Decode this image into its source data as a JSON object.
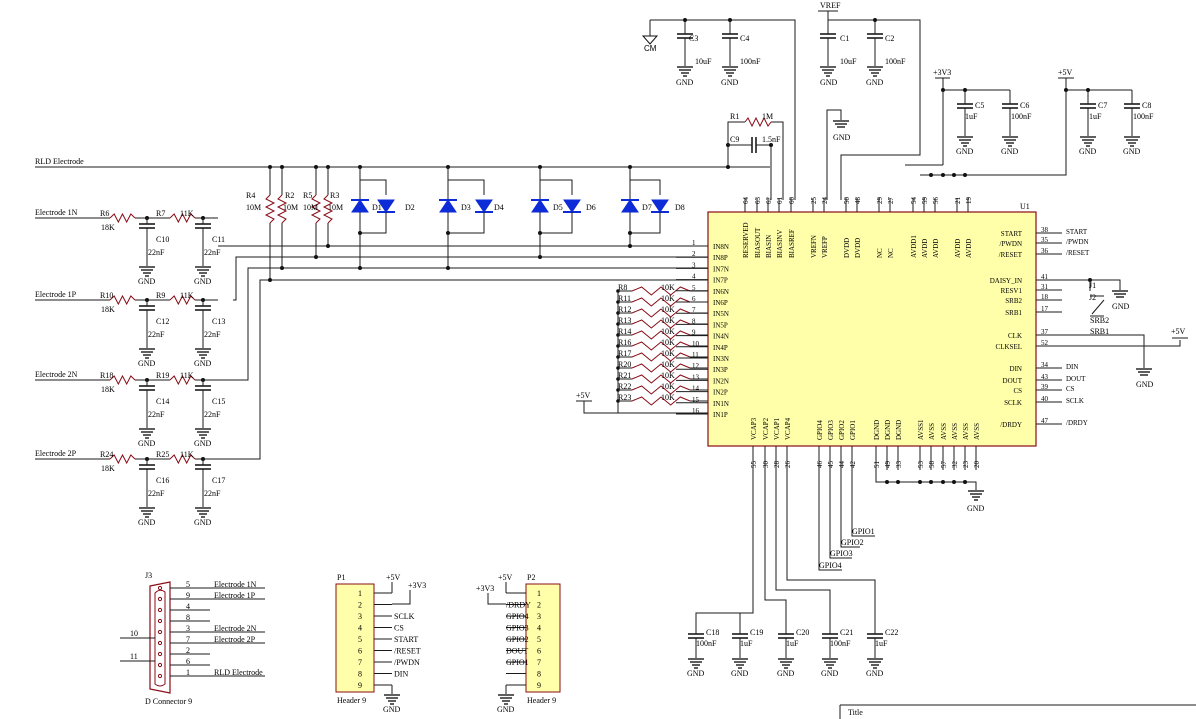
{
  "net_labels": {
    "vref": "VREF",
    "cm": "CM",
    "p3v3": "+3V3",
    "p5v": "+5V",
    "gnd": "GND",
    "rld": "RLD Electrode",
    "e1n": "Electrode 1N",
    "e1p": "Electrode 1P",
    "e2n": "Electrode 2N",
    "e2p": "Electrode 2P"
  },
  "top_caps": {
    "c3": {
      "ref": "C3",
      "val": "10uF"
    },
    "c4": {
      "ref": "C4",
      "val": "100nF"
    },
    "c1": {
      "ref": "C1",
      "val": "10uF"
    },
    "c2": {
      "ref": "C2",
      "val": "100nF"
    },
    "c5": {
      "ref": "C5",
      "val": "1uF"
    },
    "c6": {
      "ref": "C6",
      "val": "100nF"
    },
    "c7": {
      "ref": "C7",
      "val": "1uF"
    },
    "c8": {
      "ref": "C8",
      "val": "100nF"
    }
  },
  "feedback": {
    "r1": "R1",
    "r1_val": "1M",
    "c9": "C9",
    "c9_val": "1.5nF"
  },
  "bias_resistors": [
    {
      "ref": "R4",
      "val": "10M"
    },
    {
      "ref": "R2",
      "val": "10M"
    },
    {
      "ref": "R5",
      "val": "10M"
    },
    {
      "ref": "R3",
      "val": "10M"
    }
  ],
  "diodes": [
    "D1",
    "D2",
    "D3",
    "D4",
    "D5",
    "D6",
    "D7",
    "D8"
  ],
  "inputs": [
    {
      "ra": "R6",
      "ra_val": "18K",
      "rb": "R7",
      "rb_val": "11K",
      "ca": "C10",
      "cb": "C11",
      "cval": "22nF"
    },
    {
      "ra": "R10",
      "ra_val": "18K",
      "rb": "R9",
      "rb_val": "11K",
      "ca": "C12",
      "cb": "C13",
      "cval": "22nF"
    },
    {
      "ra": "R18",
      "ra_val": "18K",
      "rb": "R19",
      "rb_val": "11K",
      "ca": "C14",
      "cb": "C15",
      "cval": "22nF"
    },
    {
      "ra": "R24",
      "ra_val": "18K",
      "rb": "R25",
      "rb_val": "11K",
      "ca": "C16",
      "cb": "C17",
      "cval": "22nF"
    }
  ],
  "pulldowns": [
    {
      "ref": "R8",
      "val": "10K"
    },
    {
      "ref": "R11",
      "val": "10K"
    },
    {
      "ref": "R12",
      "val": "10K"
    },
    {
      "ref": "R13",
      "val": "10K"
    },
    {
      "ref": "R14",
      "val": "10K"
    },
    {
      "ref": "R16",
      "val": "10K"
    },
    {
      "ref": "R17",
      "val": "10K"
    },
    {
      "ref": "R20",
      "val": "10K"
    },
    {
      "ref": "R21",
      "val": "10K"
    },
    {
      "ref": "R22",
      "val": "10K"
    },
    {
      "ref": "R23",
      "val": "10K"
    }
  ],
  "u1": {
    "ref": "U1",
    "top_pins": [
      {
        "num": "64",
        "name": "RESERVED"
      },
      {
        "num": "63",
        "name": "BIASOUT"
      },
      {
        "num": "62",
        "name": "BIASIN"
      },
      {
        "num": "61",
        "name": "BIASINV"
      },
      {
        "num": "60",
        "name": "BIASREF"
      },
      {
        "num": "25",
        "name": "VREFN"
      },
      {
        "num": "24",
        "name": "VREFP"
      },
      {
        "num": "50",
        "name": "DVDD"
      },
      {
        "num": "48",
        "name": "DVDD"
      },
      {
        "num": "29",
        "name": "NC"
      },
      {
        "num": "27",
        "name": "NC"
      },
      {
        "num": "54",
        "name": "AVDD1"
      },
      {
        "num": "59",
        "name": "AVDD"
      },
      {
        "num": "56",
        "name": "AVDD"
      },
      {
        "num": "21",
        "name": "AVDD"
      },
      {
        "num": "19",
        "name": "AVDD"
      }
    ],
    "left_pins": [
      {
        "num": "1",
        "name": "IN8N"
      },
      {
        "num": "2",
        "name": "IN8P"
      },
      {
        "num": "3",
        "name": "IN7N"
      },
      {
        "num": "4",
        "name": "IN7P"
      },
      {
        "num": "5",
        "name": "IN6N"
      },
      {
        "num": "6",
        "name": "IN6P"
      },
      {
        "num": "7",
        "name": "IN5N"
      },
      {
        "num": "8",
        "name": "IN5P"
      },
      {
        "num": "9",
        "name": "IN4N"
      },
      {
        "num": "10",
        "name": "IN4P"
      },
      {
        "num": "11",
        "name": "IN3N"
      },
      {
        "num": "12",
        "name": "IN3P"
      },
      {
        "num": "13",
        "name": "IN2N"
      },
      {
        "num": "14",
        "name": "IN2P"
      },
      {
        "num": "15",
        "name": "IN1N"
      },
      {
        "num": "16",
        "name": "IN1P"
      }
    ],
    "right_pins": [
      {
        "num": "38",
        "name": "START",
        "net": "START"
      },
      {
        "num": "35",
        "name": "/PWDN",
        "net": "/PWDN"
      },
      {
        "num": "36",
        "name": "/RESET",
        "net": "/RESET"
      },
      {
        "num": "41",
        "name": "DAISY_IN",
        "net": ""
      },
      {
        "num": "31",
        "name": "RESV1",
        "net": ""
      },
      {
        "num": "18",
        "name": "SRB2",
        "net": ""
      },
      {
        "num": "17",
        "name": "SRB1",
        "net": ""
      },
      {
        "num": "37",
        "name": "CLK",
        "net": ""
      },
      {
        "num": "52",
        "name": "CLKSEL",
        "net": ""
      },
      {
        "num": "34",
        "name": "DIN",
        "net": "DIN"
      },
      {
        "num": "43",
        "name": "DOUT",
        "net": "DOUT"
      },
      {
        "num": "39",
        "name": "CS",
        "net": "CS"
      },
      {
        "num": "40",
        "name": "SCLK",
        "net": "SCLK"
      },
      {
        "num": "47",
        "name": "/DRDY",
        "net": "/DRDY"
      }
    ],
    "bottom_pins": [
      {
        "num": "55",
        "name": "VCAP3"
      },
      {
        "num": "30",
        "name": "VCAP2"
      },
      {
        "num": "28",
        "name": "VCAP1"
      },
      {
        "num": "26",
        "name": "VCAP4"
      },
      {
        "num": "46",
        "name": "GPIO4"
      },
      {
        "num": "45",
        "name": "GPIO3"
      },
      {
        "num": "44",
        "name": "GPIO2"
      },
      {
        "num": "42",
        "name": "GPIO1"
      },
      {
        "num": "51",
        "name": "DGND"
      },
      {
        "num": "49",
        "name": "DGND"
      },
      {
        "num": "33",
        "name": "DGND"
      },
      {
        "num": "53",
        "name": "AVSS1"
      },
      {
        "num": "58",
        "name": "AVSS"
      },
      {
        "num": "57",
        "name": "AVSS"
      },
      {
        "num": "32",
        "name": "AVSS"
      },
      {
        "num": "23",
        "name": "AVSS"
      },
      {
        "num": "20",
        "name": "AVSS"
      }
    ]
  },
  "jumpers": {
    "j1": "J1",
    "j2": "J2",
    "srb2": "SRB2",
    "srb1": "SRB1"
  },
  "gpio_nets": [
    "GPIO1",
    "GPIO2",
    "GPIO3",
    "GPIO4"
  ],
  "vcap_caps": [
    {
      "ref": "C18",
      "val": "100nF"
    },
    {
      "ref": "C19",
      "val": "1uF"
    },
    {
      "ref": "C20",
      "val": "1uF"
    },
    {
      "ref": "C21",
      "val": "100nF"
    },
    {
      "ref": "C22",
      "val": "1uF"
    }
  ],
  "j3": {
    "ref": "J3",
    "caption": "D Connector 9",
    "pins": [
      "5",
      "9",
      "4",
      "8",
      "3",
      "7",
      "2",
      "6",
      "1"
    ],
    "extra": [
      "10",
      "11"
    ],
    "nets": [
      "Electrode 1N",
      "Electrode 1P",
      "Electrode 2N",
      "Electrode 2P",
      "RLD Electrode"
    ]
  },
  "p1": {
    "ref": "P1",
    "caption": "Header 9",
    "pins": [
      "1",
      "2",
      "3",
      "4",
      "5",
      "6",
      "7",
      "8",
      "9"
    ],
    "nets": [
      "SCLK",
      "CS",
      "START",
      "/RESET",
      "/PWDN",
      "DIN"
    ]
  },
  "p2": {
    "ref": "P2",
    "caption": "Header 9",
    "pins": [
      "1",
      "2",
      "3",
      "4",
      "5",
      "6",
      "7",
      "8",
      "9"
    ],
    "nets": [
      "/DRDY",
      "GPIO4",
      "GPIO3",
      "GPIO2",
      "DOUT",
      "GPIO1"
    ]
  },
  "title_block": {
    "label": "Title"
  }
}
